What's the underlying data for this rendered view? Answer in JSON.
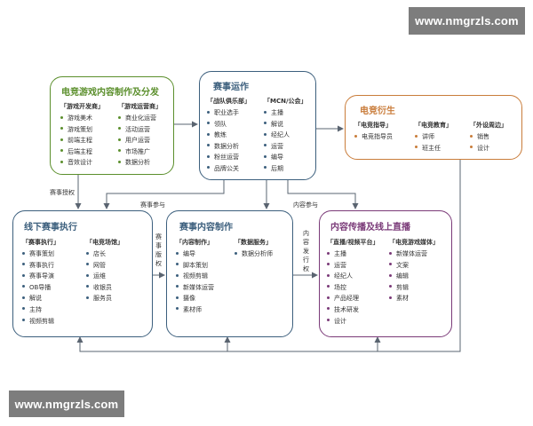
{
  "watermark_top": "www.nmgrzls.com",
  "watermark_bottom": "www.nmgrzls.com",
  "colors": {
    "green": "#5b8f2c",
    "blue": "#3c5f7d",
    "orange": "#c97c3a",
    "purple": "#7a3a78",
    "line": "#5a6470"
  },
  "boxes": {
    "content_dev": {
      "title": "电竞游戏内容制作及分发",
      "columns": [
        {
          "head": "「游戏开发商」",
          "items": [
            "游戏美术",
            "游戏策划",
            "前端主程",
            "后端主程",
            "音效设计"
          ]
        },
        {
          "head": "「游戏运营商」",
          "items": [
            "商业化运营",
            "活动运营",
            "用户运营",
            "市场推广",
            "数据分析"
          ]
        }
      ]
    },
    "event_ops": {
      "title": "赛事运作",
      "columns": [
        {
          "head": "「战队俱乐部」",
          "items": [
            "职业选手",
            "领队",
            "教练",
            "数据分析",
            "粉丝运营",
            "品牌公关"
          ]
        },
        {
          "head": "「MCN/公会」",
          "items": [
            "主播",
            "解说",
            "经纪人",
            "运营",
            "编导",
            "后期"
          ]
        }
      ]
    },
    "derivatives": {
      "title": "电竞衍生",
      "columns": [
        {
          "head": "「电竞指导」",
          "items": [
            "电竞指导员"
          ]
        },
        {
          "head": "「电竞教育」",
          "items": [
            "讲师",
            "班主任"
          ]
        },
        {
          "head": "「外设周边」",
          "items": [
            "销售",
            "设计"
          ]
        }
      ]
    },
    "offline": {
      "title": "线下赛事执行",
      "columns": [
        {
          "head": "「赛事执行」",
          "items": [
            "赛事策划",
            "赛事执行",
            "赛事导演",
            "OB导播",
            "解说",
            "主持",
            "视频剪辑"
          ]
        },
        {
          "head": "「电竞场馆」",
          "items": [
            "店长",
            "网管",
            "运维",
            "收银员",
            "服务员"
          ]
        }
      ]
    },
    "production": {
      "title": "赛事内容制作",
      "columns": [
        {
          "head": "「内容制作」",
          "items": [
            "编导",
            "脚本策划",
            "视频剪辑",
            "新媒体运营",
            "摄像",
            "素材师"
          ]
        },
        {
          "head": "「数据服务」",
          "items": [
            "数据分析师"
          ]
        }
      ]
    },
    "broadcast": {
      "title": "内容传播及线上直播",
      "columns": [
        {
          "head": "「直播/视频平台」",
          "items": [
            "主播",
            "运营",
            "经纪人",
            "场控",
            "产品经理",
            "技术研发",
            "设计"
          ]
        },
        {
          "head": "「电竞游戏媒体」",
          "items": [
            "新媒体运营",
            "文案",
            "编辑",
            "剪辑",
            "素材"
          ]
        }
      ]
    }
  },
  "labels": {
    "authorization": "赛事授权",
    "participation_left": "赛事参与",
    "participation_right": "内容参与",
    "copyright": "赛事版权",
    "distribution": "内容发行权"
  }
}
